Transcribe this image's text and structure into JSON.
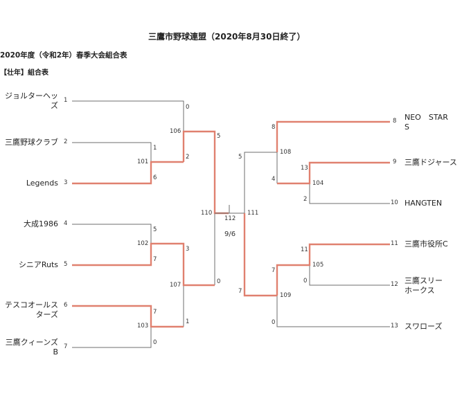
{
  "header": {
    "title": "三鷹市野球連盟（2020年8月30日終了）",
    "subtitle": "2020年度（令和2年）春季大会組合表",
    "division": "【壮年】組合表"
  },
  "left_teams": [
    {
      "seed": "1",
      "name": "ジョルターヘッ",
      "name2": "ズ"
    },
    {
      "seed": "2",
      "name": "三鷹野球クラブ",
      "name2": ""
    },
    {
      "seed": "3",
      "name": "Legends",
      "name2": ""
    },
    {
      "seed": "4",
      "name": "大成1986",
      "name2": ""
    },
    {
      "seed": "5",
      "name": "シニアRuts",
      "name2": ""
    },
    {
      "seed": "6",
      "name": "テスコオールス",
      "name2": "ターズ"
    },
    {
      "seed": "7",
      "name": "三鷹クィーンズ",
      "name2": "B"
    }
  ],
  "right_teams": [
    {
      "seed": "8",
      "name": "NEO　STAR",
      "name2": "S"
    },
    {
      "seed": "9",
      "name": "三鷹ドジャース",
      "name2": ""
    },
    {
      "seed": "10",
      "name": "HANGTEN",
      "name2": ""
    },
    {
      "seed": "11",
      "name": "三鷹市役所C",
      "name2": ""
    },
    {
      "seed": "12",
      "name": "三鷹スリー",
      "name2": "ホークス"
    },
    {
      "seed": "13",
      "name": "スワローズ",
      "name2": ""
    }
  ],
  "games": {
    "g101": "101",
    "g102": "102",
    "g103": "103",
    "g104": "104",
    "g105": "105",
    "g106": "106",
    "g107": "107",
    "g108": "108",
    "g109": "109",
    "g110": "110",
    "g111": "111",
    "g112": "112"
  },
  "scores": {
    "s101a": "1",
    "s101b": "6",
    "s102a": "5",
    "s102b": "7",
    "s103a": "7",
    "s103b": "0",
    "s106a": "0",
    "s106b": "2",
    "s107a": "3",
    "s107b": "1",
    "s110a": "5",
    "s110b": "0",
    "s104a": "13",
    "s104b": "2",
    "s105a": "11",
    "s105b": "0",
    "s108a": "8",
    "s108b": "4",
    "s109a": "7",
    "s109b": "0",
    "s111a": "5",
    "s111b": "7"
  },
  "final_date": "9/6",
  "colors": {
    "winner_line": "#e0806f",
    "bracket_line": "#6e6e6e"
  }
}
